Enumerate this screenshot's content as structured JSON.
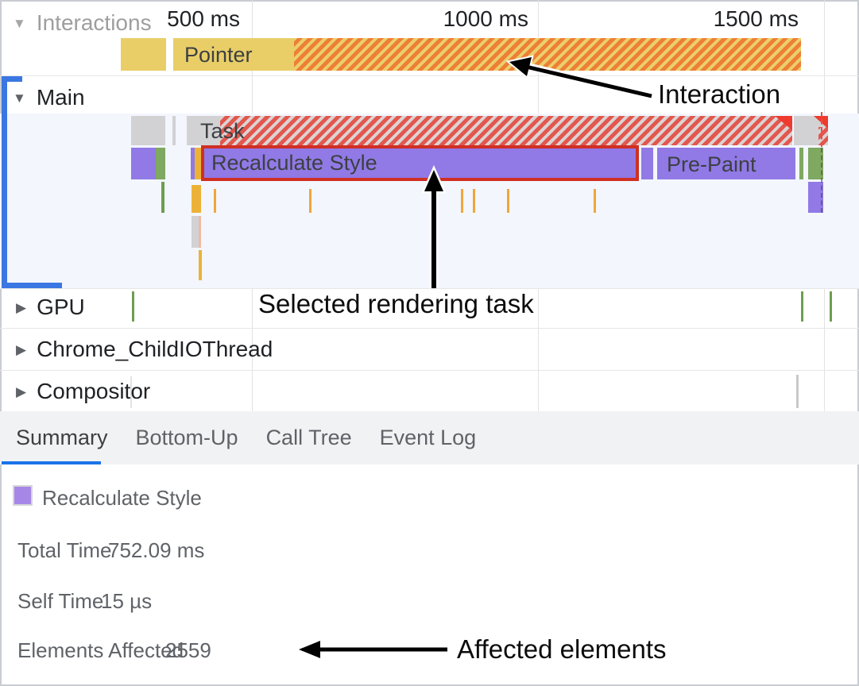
{
  "ruler": {
    "labels": [
      "500 ms",
      "1000 ms",
      "1500 ms"
    ]
  },
  "tracks": {
    "interactions": {
      "label": "Interactions",
      "pointer": {
        "label": "Pointer"
      }
    },
    "main": {
      "label": "Main",
      "task": {
        "label": "Task"
      },
      "recalculate_style": {
        "label": "Recalculate Style"
      },
      "pre_paint": {
        "label": "Pre-Paint"
      }
    },
    "gpu": {
      "label": "GPU"
    },
    "child_io": {
      "label": "Chrome_ChildIOThread"
    },
    "compositor": {
      "label": "Compositor"
    }
  },
  "tabs": [
    {
      "label": "Summary",
      "active": true
    },
    {
      "label": "Bottom-Up",
      "active": false
    },
    {
      "label": "Call Tree",
      "active": false
    },
    {
      "label": "Event Log",
      "active": false
    }
  ],
  "summary": {
    "title": "Recalculate Style",
    "rows": [
      {
        "label": "Total Time",
        "value": "752.09 ms"
      },
      {
        "label": "Self Time",
        "value": "15 µs"
      },
      {
        "label": "Elements Affected",
        "value": "2559"
      }
    ]
  },
  "annotations": {
    "interaction": "Interaction",
    "selected_task": "Selected rendering task",
    "affected_elements": "Affected elements"
  },
  "colors": {
    "interaction_yellow": "#e9ce68",
    "interaction_hatch_orange": "#ee7f35",
    "task_gray": "#d2d2d4",
    "task_hatch_red": "#e2574e",
    "style_purple": "#9179e6",
    "paint_green": "#7fa860",
    "script_orange": "#ecb238",
    "selection_border_red": "#cf2f23",
    "accent_blue": "#1a73e8"
  }
}
